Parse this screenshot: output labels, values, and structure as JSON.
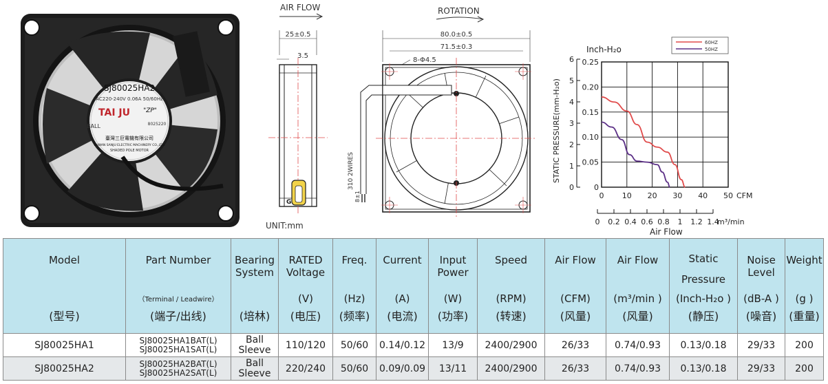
{
  "photo": {
    "model": "SJ80025HA2",
    "rating": "AC220-240V  0.06A  50/60Hz",
    "brand": "TAI JU",
    "zp": "\"ZP\"",
    "bearing": "BALL",
    "serial": "8025220",
    "company_cn": "臺灣三巨電機有限公司",
    "company_en": "TAIWAN SANJU ELECTRIC MACHINERY CO.,LTD.",
    "motor": "SHADED POLE MOTOR"
  },
  "drawing": {
    "air_flow": "AIR FLOW",
    "rotation": "ROTATION",
    "dim_25": "25±0.5",
    "dim_3_5": "3.5",
    "dim_80": "80.0±0.5",
    "dim_71_5": "71.5±0.3",
    "holes": "8-Φ4.5",
    "wires": "310 2WIRES",
    "wire_end": "8±1",
    "unit": "UNIT:mm"
  },
  "chart_data": {
    "type": "line",
    "legend": [
      "60HZ",
      "50HZ"
    ],
    "colors": {
      "60HZ": "#e04a4a",
      "50HZ": "#5b2f86"
    },
    "y_inch_label": "Inch-H₂o",
    "y_inch_ticks": [
      "0.25",
      "0.20",
      "0.15",
      "0.10",
      "0.05",
      "0"
    ],
    "ylabel": "STATIC PRESSURE(mm-H₂o)",
    "y_mm_ticks": [
      "6",
      "5",
      "4",
      "3",
      "2",
      "1",
      "0"
    ],
    "x_cfm_ticks": [
      "0",
      "10",
      "20",
      "30",
      "40",
      "50"
    ],
    "x_cfm_unit": "CFM",
    "x_m3_ticks": [
      "0",
      "0.2",
      "0.4",
      "0.6",
      "0.8",
      "1",
      "1.2",
      "1.4"
    ],
    "x_m3_unit": "m³/min",
    "xlabel": "Air Flow",
    "xlim": [
      0,
      50
    ],
    "ylim": [
      0,
      0.25
    ],
    "series": [
      {
        "name": "60HZ",
        "x": [
          0,
          5,
          10,
          14,
          18,
          22,
          26,
          29,
          31.5,
          33
        ],
        "y": [
          0.18,
          0.17,
          0.152,
          0.125,
          0.09,
          0.08,
          0.07,
          0.045,
          0.015,
          0
        ]
      },
      {
        "name": "50HZ",
        "x": [
          0,
          4,
          8,
          11,
          14,
          18,
          22,
          24,
          26,
          27
        ],
        "y": [
          0.13,
          0.12,
          0.095,
          0.065,
          0.052,
          0.05,
          0.045,
          0.03,
          0.01,
          0
        ]
      }
    ]
  },
  "table": {
    "headers": [
      {
        "en": "Model",
        "unit": "",
        "cn": "(型号)"
      },
      {
        "en": "Part Number",
        "unit": "（Terminal / Leadwire）",
        "cn": "(端子/出线)"
      },
      {
        "en": "Bearing System",
        "unit": "",
        "cn": "(培林)"
      },
      {
        "en": "RATED Voltage",
        "unit": "(V)",
        "cn": "(电压)"
      },
      {
        "en": "Freq.",
        "unit": "(Hz)",
        "cn": "(频率)"
      },
      {
        "en": "Current",
        "unit": "(A)",
        "cn": "(电流)"
      },
      {
        "en": "Input Power",
        "unit": "(W)",
        "cn": "(功率)"
      },
      {
        "en": "Speed",
        "unit": "(RPM)",
        "cn": "(转速)"
      },
      {
        "en": "Air Flow",
        "unit": "(CFM)",
        "cn": "(风量)"
      },
      {
        "en": "Air Flow",
        "unit": "(m³/min )",
        "cn": "(风量)"
      },
      {
        "en": "Static Pressure",
        "unit": "(Inch-H₂o )",
        "cn": "(静压)"
      },
      {
        "en": "Noise Level",
        "unit": "(dB-A )",
        "cn": "(噪音)"
      },
      {
        "en": "Weight",
        "unit": "(g )",
        "cn": "(重量)"
      }
    ],
    "rows": [
      {
        "model": "SJ80025HA1",
        "part1": "SJ80025HA1BAT(L)",
        "part2": "SJ80025HA1SAT(L)",
        "bearing1": "Ball",
        "bearing2": "Sleeve",
        "voltage": "110/120",
        "freq": "50/60",
        "current": "0.14/0.12",
        "power": "13/9",
        "speed": "2400/2900",
        "cfm": "26/33",
        "m3": "0.74/0.93",
        "pressure": "0.13/0.18",
        "noise": "29/33",
        "weight": "200"
      },
      {
        "model": "SJ80025HA2",
        "part1": "SJ80025HA2BAT(L)",
        "part2": "SJ80025HA2SAT(L)",
        "bearing1": "Ball",
        "bearing2": "Sleeve",
        "voltage": "220/240",
        "freq": "50/60",
        "current": "0.09/0.09",
        "power": "13/11",
        "speed": "2400/2900",
        "cfm": "26/33",
        "m3": "0.74/0.93",
        "pressure": "0.13/0.18",
        "noise": "29/33",
        "weight": "200"
      }
    ]
  }
}
